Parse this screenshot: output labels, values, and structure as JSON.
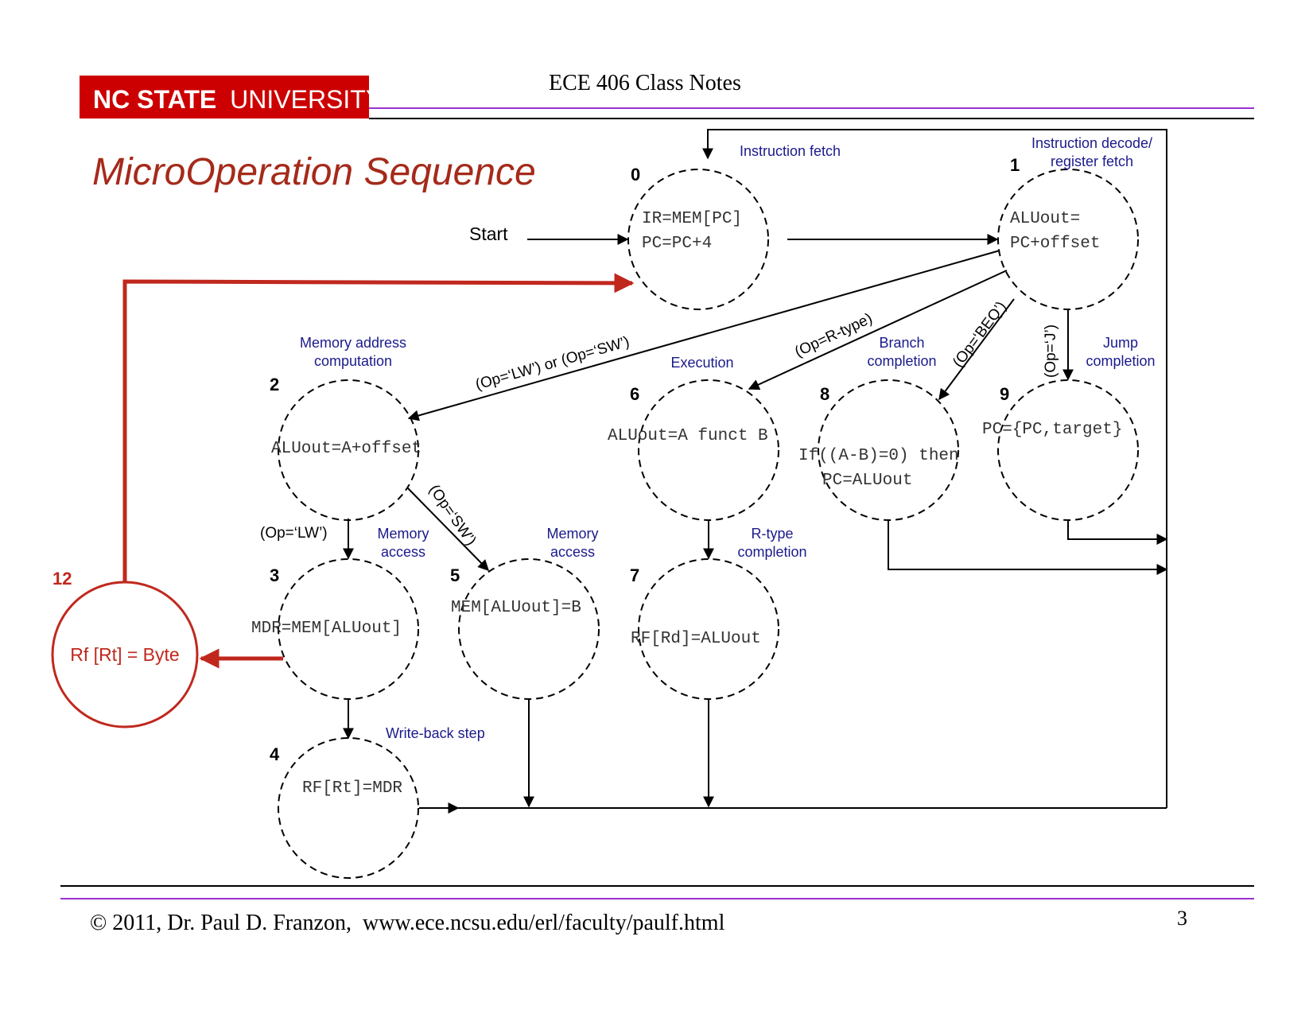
{
  "header": {
    "logo_bold": "NC STATE",
    "logo_light": "UNIVERSITY",
    "course_title": "ECE 406 Class Notes",
    "colors": {
      "logo_bg": "#cc0000",
      "rule": "#9b30d0",
      "title": "#a52a1a"
    }
  },
  "slide_title": "MicroOperation Sequence",
  "start_label": "Start",
  "states": [
    {
      "id": "0",
      "title": "Instruction fetch",
      "ops": [
        "IR=MEM[PC]",
        "PC=PC+4"
      ]
    },
    {
      "id": "1",
      "title": "Instruction decode/ register fetch",
      "title_lines": [
        "Instruction decode/",
        "register fetch"
      ],
      "ops": [
        "ALUout=",
        "PC+offset"
      ]
    },
    {
      "id": "2",
      "title": "Memory address computation",
      "title_lines": [
        "Memory address",
        "computation"
      ],
      "ops": [
        "ALUout=A+offset"
      ]
    },
    {
      "id": "3",
      "title": "Memory access",
      "title_lines": [
        "Memory",
        "access"
      ],
      "ops": [
        "MDR=MEM[ALUout]"
      ]
    },
    {
      "id": "4",
      "title": "Write-back step",
      "ops": [
        "RF[Rt]=MDR"
      ]
    },
    {
      "id": "5",
      "title": "Memory access",
      "title_lines": [
        "Memory",
        "access"
      ],
      "ops": [
        "MEM[ALUout]=B"
      ]
    },
    {
      "id": "6",
      "title": "Execution",
      "ops": [
        "ALUout=A funct B"
      ]
    },
    {
      "id": "7",
      "title": "R-type completion",
      "title_lines": [
        "R-type",
        "completion"
      ],
      "ops": [
        "RF[Rd]=ALUout"
      ]
    },
    {
      "id": "8",
      "title": "Branch completion",
      "title_lines": [
        "Branch",
        "completion"
      ],
      "ops": [
        "If((A-B)=0) then",
        "PC=ALUout"
      ]
    },
    {
      "id": "9",
      "title": "Jump completion",
      "title_lines": [
        "Jump",
        "completion"
      ],
      "ops": [
        "PC={PC,target}"
      ]
    },
    {
      "id": "12",
      "title": "",
      "ops": [
        "Rf [Rt] = Byte"
      ]
    }
  ],
  "transitions": {
    "lw_or_sw": "(Op=‘LW’) or (Op=‘SW’)",
    "r_type": "(Op=R-type)",
    "beq": "(Op=‘BEQ’)",
    "jump": "(Op=‘J’)",
    "sw": "(Op=‘SW’)",
    "lw": "(Op=‘LW’)"
  },
  "footer": {
    "copyright": "© 2011, Dr. Paul D. Franzon,  www.ece.ncsu.edu/erl/faculty/paulf.html",
    "page_number": "3"
  }
}
